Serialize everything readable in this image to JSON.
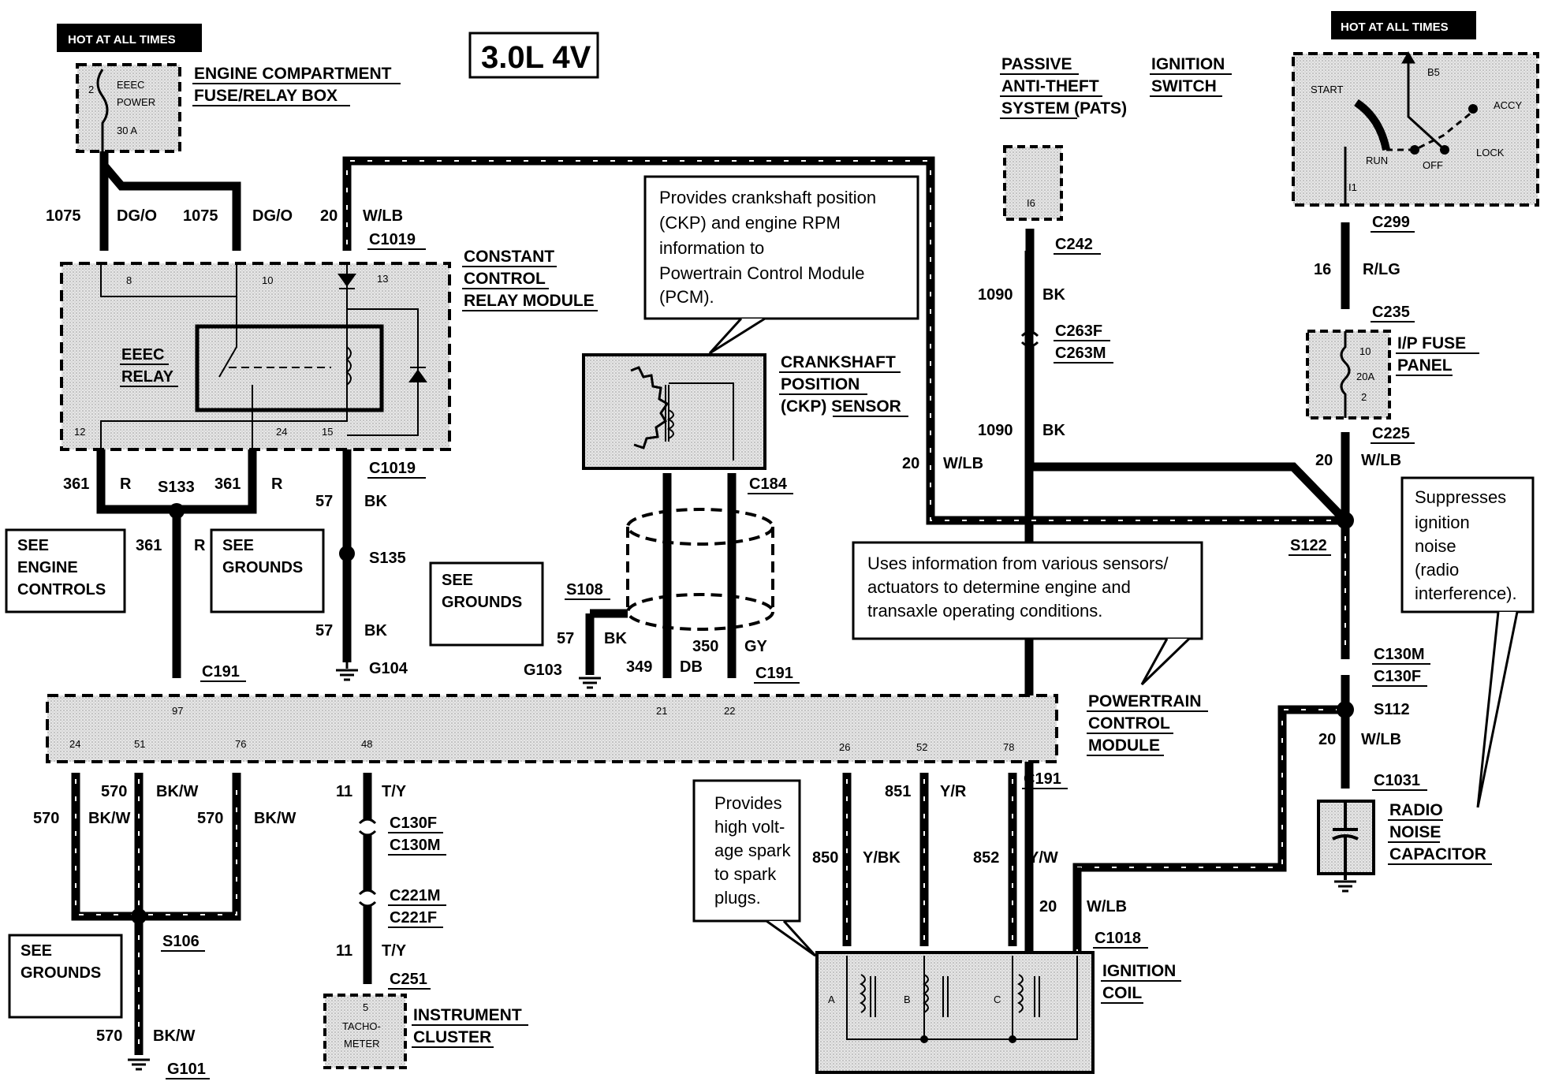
{
  "title": "3.0L 4V",
  "hot_badges": [
    "HOT AT ALL TIMES",
    "HOT AT ALL TIMES"
  ],
  "components": {
    "fuse_box": {
      "title1": "ENGINE COMPARTMENT",
      "title2": "FUSE/RELAY  BOX",
      "fuse_name1": "EEEC",
      "fuse_name2": "POWER",
      "rating": "30 A",
      "pin": "2"
    },
    "ccrm": {
      "title1": "CONSTANT",
      "title2": "CONTROL",
      "title3": "RELAY MODULE",
      "relay1": "EEEC",
      "relay2": "RELAY",
      "pins": [
        "8",
        "10",
        "13",
        "12",
        "24",
        "15"
      ]
    },
    "ckp": {
      "title1": "CRANKSHAFT",
      "title2": "POSITION",
      "title3": "(CKP) SENSOR"
    },
    "pats": {
      "title1": "PASSIVE",
      "title2": "ANTI-THEFT",
      "title3": "SYSTEM (PATS)",
      "pin": "I6"
    },
    "ignition_switch": {
      "title1": "IGNITION",
      "title2": "SWITCH",
      "positions": [
        "START",
        "B5",
        "ACCY",
        "RUN",
        "OFF",
        "LOCK",
        "I1"
      ]
    },
    "ip_fuse": {
      "title1": "I/P FUSE",
      "title2": "PANEL",
      "pin_top": "10",
      "rating": "20A",
      "pin_bottom": "2"
    },
    "pcm": {
      "title1": "POWERTRAIN",
      "title2": "CONTROL",
      "title3": "MODULE",
      "pins_top": [
        "97",
        "21",
        "22"
      ],
      "pins_bottom": [
        "24",
        "51",
        "76",
        "48",
        "26",
        "52",
        "78"
      ]
    },
    "radio_cap": {
      "title1": "RADIO",
      "title2": "NOISE",
      "title3": "CAPACITOR"
    },
    "ignition_coil": {
      "title1": "IGNITION",
      "title2": "COIL",
      "coils": [
        "A",
        "B",
        "C"
      ]
    },
    "instrument": {
      "title1": "INSTRUMENT",
      "title2": "CLUSTER",
      "pin": "5",
      "gauge1": "TACHO-",
      "gauge2": "METER"
    }
  },
  "see_boxes": [
    {
      "line1": "SEE",
      "line2": "ENGINE",
      "line3": "CONTROLS"
    },
    {
      "line1": "SEE",
      "line2": "GROUNDS"
    },
    {
      "line1": "SEE",
      "line2": "GROUNDS"
    },
    {
      "line1": "SEE",
      "line2": "GROUNDS"
    }
  ],
  "notes": {
    "ckp": [
      "Provides crankshaft position",
      "(CKP) and engine RPM",
      "information to",
      "Powertrain Control Module",
      "(PCM)."
    ],
    "pcm": [
      "Uses information from various sensors/",
      "actuators to determine engine and",
      "transaxle operating conditions."
    ],
    "capacitor": [
      "Suppresses",
      "ignition",
      "noise",
      "(radio",
      "interference)."
    ],
    "coil": [
      "Provides",
      "high volt-",
      "age spark",
      "to spark",
      "plugs."
    ]
  },
  "connectors": {
    "c1019_top": "C1019",
    "c1019_bottom": "C1019",
    "c184": "C184",
    "c242": "C242",
    "c263f": "C263F",
    "c263m": "C263M",
    "c299": "C299",
    "c235": "C235",
    "c225": "C225",
    "c191_left": "C191",
    "c191_mid": "C191",
    "c191_right": "C191",
    "c130m_r": "C130M",
    "c130f_r": "C130F",
    "c1031": "C1031",
    "c130f_l": "C130F",
    "c130m_l": "C130M",
    "c221m": "C221M",
    "c221f": "C221F",
    "c251": "C251",
    "c1018": "C1018"
  },
  "splices": {
    "s133": "S133",
    "s135": "S135",
    "s108": "S108",
    "s122": "S122",
    "s112": "S112",
    "s106": "S106"
  },
  "grounds": {
    "g104": "G104",
    "g103": "G103",
    "g101": "G101"
  },
  "wires": [
    {
      "circuit": "1075",
      "color": "DG/O"
    },
    {
      "circuit": "1075",
      "color": "DG/O"
    },
    {
      "circuit": "20",
      "color": "W/LB"
    },
    {
      "circuit": "361",
      "color": "R"
    },
    {
      "circuit": "361",
      "color": "R"
    },
    {
      "circuit": "361",
      "color": "R"
    },
    {
      "circuit": "57",
      "color": "BK"
    },
    {
      "circuit": "57",
      "color": "BK"
    },
    {
      "circuit": "57",
      "color": "BK"
    },
    {
      "circuit": "349",
      "color": "DB"
    },
    {
      "circuit": "350",
      "color": "GY"
    },
    {
      "circuit": "1090",
      "color": "BK"
    },
    {
      "circuit": "1090",
      "color": "BK"
    },
    {
      "circuit": "20",
      "color": "W/LB"
    },
    {
      "circuit": "16",
      "color": "R/LG"
    },
    {
      "circuit": "20",
      "color": "W/LB"
    },
    {
      "circuit": "20",
      "color": "W/LB"
    },
    {
      "circuit": "570",
      "color": "BK/W"
    },
    {
      "circuit": "570",
      "color": "BK/W"
    },
    {
      "circuit": "570",
      "color": "BK/W"
    },
    {
      "circuit": "570",
      "color": "BK/W"
    },
    {
      "circuit": "11",
      "color": "T/Y"
    },
    {
      "circuit": "11",
      "color": "T/Y"
    },
    {
      "circuit": "850",
      "color": "Y/BK"
    },
    {
      "circuit": "851",
      "color": "Y/R"
    },
    {
      "circuit": "852",
      "color": "Y/W"
    },
    {
      "circuit": "20",
      "color": "W/LB"
    }
  ]
}
